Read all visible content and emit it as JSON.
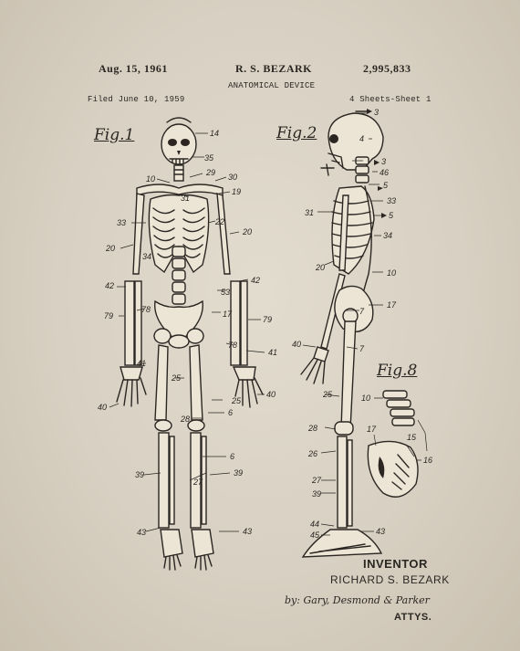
{
  "header": {
    "date": "Aug. 15, 1961",
    "inventor_short": "R. S. BEZARK",
    "patent_number": "2,995,833",
    "title": "ANATOMICAL DEVICE",
    "filed": "Filed June 10, 1959",
    "sheets": "4 Sheets-Sheet 1"
  },
  "figures": {
    "fig1": "Fig.1",
    "fig2": "Fig.2",
    "fig8": "Fig.8"
  },
  "fig1_labels": [
    "14",
    "35",
    "10",
    "29",
    "30",
    "31",
    "19",
    "33",
    "22",
    "20",
    "20",
    "34",
    "42",
    "42",
    "53",
    "78",
    "17",
    "79",
    "79",
    "78",
    "41",
    "41",
    "40",
    "40",
    "25",
    "25",
    "28",
    "6",
    "6",
    "39",
    "27",
    "39",
    "43",
    "43"
  ],
  "fig2_labels": [
    "3",
    "4",
    "3",
    "46",
    "5",
    "33",
    "31",
    "5",
    "34",
    "20",
    "10",
    "17",
    "7",
    "40",
    "7",
    "25",
    "28",
    "26",
    "27",
    "39",
    "44",
    "45",
    "43"
  ],
  "fig8_labels": [
    "10",
    "15",
    "17",
    "16"
  ],
  "footer": {
    "inventor_heading": "INVENTOR",
    "inventor_name": "RICHARD S. BEZARK",
    "attorneys": "by: Gary, Desmond & Parker",
    "attys": "ATTYS."
  },
  "colors": {
    "paper": "#d8d0c2",
    "ink": "#2b2622"
  }
}
